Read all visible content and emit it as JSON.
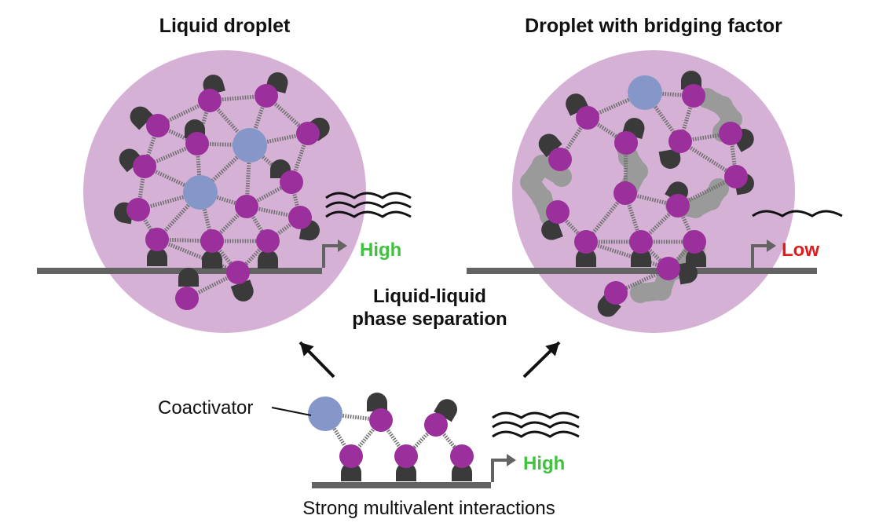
{
  "titles": {
    "left": "Liquid droplet",
    "right": "Droplet with bridging factor"
  },
  "center_label": {
    "line1": "Liquid-liquid",
    "line2": "phase separation"
  },
  "labels": {
    "coactivator": "Coactivator",
    "bottom_caption": "Strong multivalent interactions"
  },
  "expression": {
    "left": "High",
    "right": "Low",
    "bottom": "High"
  },
  "colors": {
    "droplet": "#d6b1d6",
    "purple_node": "#9b2f9b",
    "coactivator": "#8597c9",
    "dark_cap": "#3a3a3a",
    "bridge": "#9a9a9a",
    "dna": "#636363",
    "high": "#3fc33f",
    "low": "#e01b1b",
    "arrow": "#111111"
  }
}
